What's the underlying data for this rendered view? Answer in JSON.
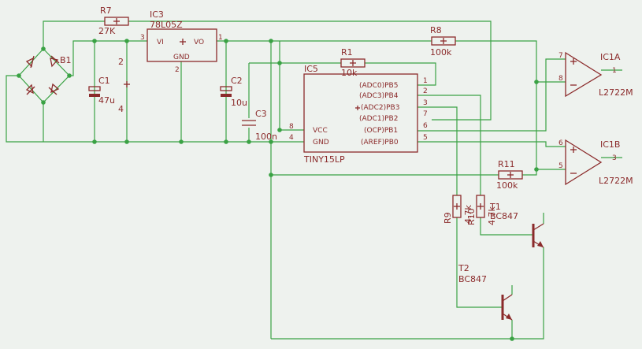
{
  "bridge": {
    "ref": "B1"
  },
  "r7": {
    "ref": "R7",
    "value": "27K"
  },
  "ic3": {
    "ref": "IC3",
    "part": "78L05Z",
    "vi": "VI",
    "vo": "VO",
    "gnd": "GND",
    "pin_in": "3",
    "pin_out": "1",
    "pin_gnd": "2"
  },
  "c1": {
    "ref": "C1",
    "value": "47u",
    "pin_a": "2",
    "pin_b": "4"
  },
  "c2": {
    "ref": "C2",
    "value": "10u"
  },
  "c3": {
    "ref": "C3",
    "value": "100n"
  },
  "r1": {
    "ref": "R1",
    "value": "10k"
  },
  "r8": {
    "ref": "R8",
    "value": "100k"
  },
  "r11": {
    "ref": "R11",
    "value": "100k"
  },
  "r9": {
    "ref": "R9",
    "value": "4.7k"
  },
  "r10": {
    "ref": "R10",
    "value": "4.7k"
  },
  "ic5": {
    "ref": "IC5",
    "part": "TINY15LP",
    "vcc": "VCC",
    "gnd": "GND",
    "vcc_pin": "8",
    "gnd_pin": "4",
    "pins": [
      {
        "num": "1",
        "label": "(ADC0)PB5"
      },
      {
        "num": "2",
        "label": "(ADC3)PB4"
      },
      {
        "num": "3",
        "label": "(ADC2)PB3"
      },
      {
        "num": "7",
        "label": "(ADC1)PB2"
      },
      {
        "num": "6",
        "label": "(OCP)PB1"
      },
      {
        "num": "5",
        "label": "(AREF)PB0"
      }
    ]
  },
  "ic1a": {
    "ref": "IC1A",
    "part": "L2722M",
    "pin_p": "7",
    "pin_n": "8",
    "pin_out": "1"
  },
  "ic1b": {
    "ref": "IC1B",
    "part": "L2722M",
    "pin_p": "6",
    "pin_n": "5",
    "pin_out": "3"
  },
  "t1": {
    "ref": "T1",
    "part": "BC847"
  },
  "t2": {
    "ref": "T2",
    "part": "BC847"
  }
}
